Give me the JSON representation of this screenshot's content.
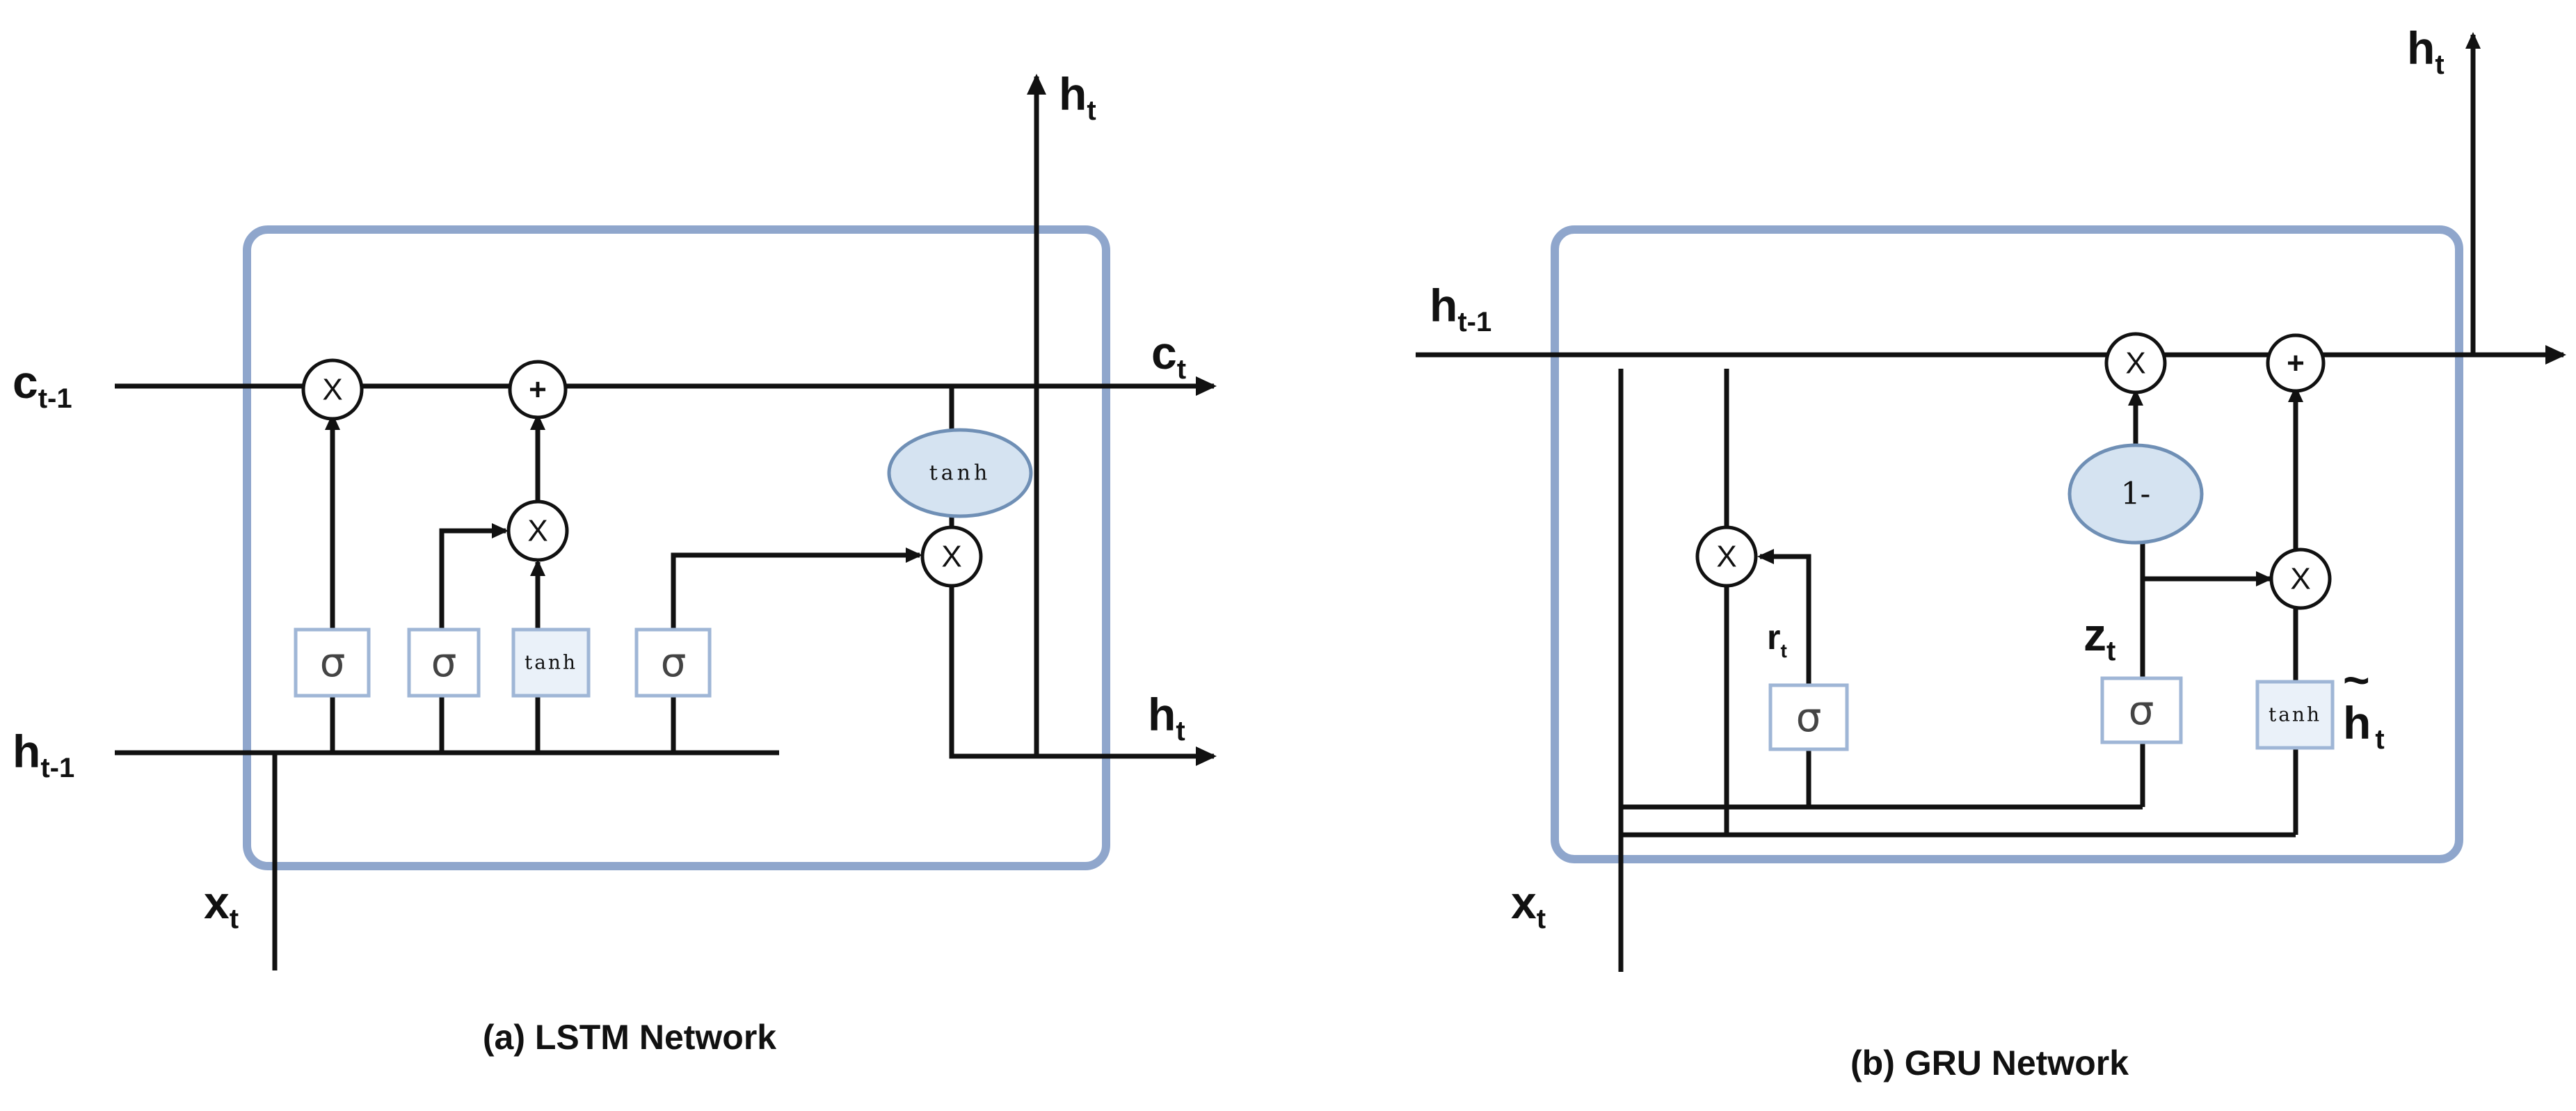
{
  "lstm": {
    "caption": "(a) LSTM Network",
    "labels": {
      "c_prev": {
        "main": "c",
        "sub": "t-1"
      },
      "c_next": {
        "main": "c",
        "sub": "t"
      },
      "h_prev": {
        "main": "h",
        "sub": "t-1"
      },
      "h_top": {
        "main": "h",
        "sub": "t"
      },
      "h_right": {
        "main": "h",
        "sub": "t"
      },
      "x_in": {
        "main": "x",
        "sub": "t"
      }
    },
    "ops": {
      "multiply": "X",
      "add": "+"
    },
    "gates": {
      "sigma": "σ",
      "tanh_gate": "tanh",
      "tanh_cell": "tanh"
    }
  },
  "gru": {
    "caption": "(b) GRU Network",
    "labels": {
      "h_prev": {
        "main": "h",
        "sub": "t-1"
      },
      "h_top": {
        "main": "h",
        "sub": "t"
      },
      "x_in": {
        "main": "x",
        "sub": "t"
      },
      "r": {
        "main": "r",
        "sub": "t"
      },
      "z": {
        "main": "z",
        "sub": "t"
      },
      "h_tilde": {
        "main": "h",
        "sub": "t",
        "accent": "~"
      }
    },
    "ops": {
      "multiply": "X",
      "add": "+",
      "one_minus": "1-"
    },
    "gates": {
      "sigma": "σ",
      "tanh_gate": "tanh"
    }
  },
  "colors": {
    "cell_border": "#8fa6cc",
    "ellipse_fill": "#d5e3f1",
    "line": "#111111"
  }
}
